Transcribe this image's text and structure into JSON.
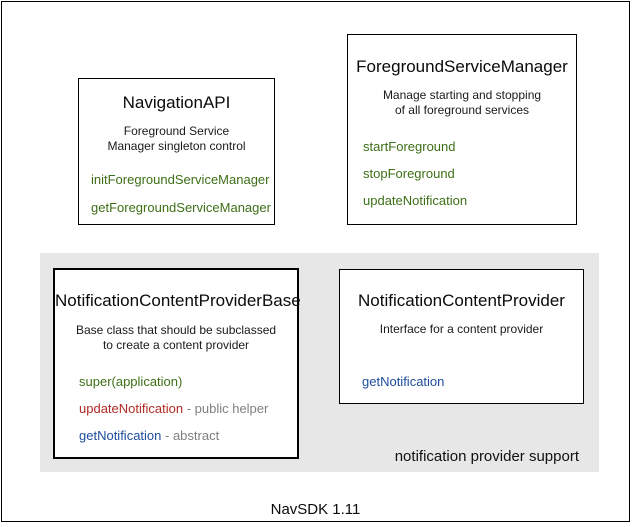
{
  "colors": {
    "green": "#3d6f17",
    "red": "#b32b25",
    "blue": "#1d4c9e",
    "gray_text": "#7f7f7f",
    "panel_bg": "#e7e7e7",
    "border": "#000000"
  },
  "caption": "NavSDK 1.11",
  "panel": {
    "label": "notification provider support"
  },
  "boxes": {
    "navigation_api": {
      "title": "NavigationAPI",
      "description": "Foreground Service\nManager singleton control",
      "methods": [
        {
          "label": "initForegroundServiceManager",
          "color": "green",
          "suffix": ""
        },
        {
          "label": "getForegroundServiceManager",
          "color": "green",
          "suffix": ""
        }
      ]
    },
    "foreground_service_manager": {
      "title": "ForegroundServiceManager",
      "description": "Manage starting and stopping\nof all foreground services",
      "methods": [
        {
          "label": "startForeground",
          "color": "green",
          "suffix": ""
        },
        {
          "label": "stopForeground",
          "color": "green",
          "suffix": ""
        },
        {
          "label": "updateNotification",
          "color": "green",
          "suffix": ""
        }
      ]
    },
    "notification_content_provider_base": {
      "title": "NotificationContentProviderBase",
      "description": "Base class that should be subclassed\nto create a content provider",
      "methods": [
        {
          "label": "super(application)",
          "color": "green",
          "suffix": ""
        },
        {
          "label": "updateNotification",
          "color": "red",
          "suffix": " - public helper"
        },
        {
          "label": "getNotification",
          "color": "blue",
          "suffix": " - abstract"
        }
      ]
    },
    "notification_content_provider": {
      "title": "NotificationContentProvider",
      "description": "Interface for a content provider",
      "methods": [
        {
          "label": "getNotification",
          "color": "blue",
          "suffix": ""
        }
      ]
    }
  }
}
